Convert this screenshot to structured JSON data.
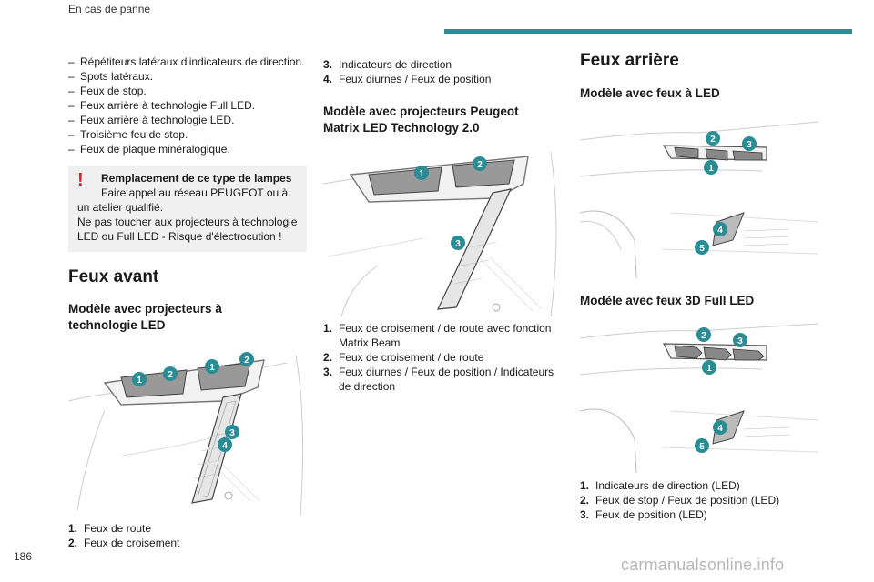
{
  "header": {
    "section": "En cas de panne"
  },
  "page_number": "186",
  "watermark": "carmanualsonline.info",
  "col1": {
    "bullets": [
      "Répétiteurs latéraux d'indicateurs de direction.",
      "Spots latéraux.",
      "Feux de stop.",
      "Feux arrière à technologie Full LED.",
      "Feux arrière à technologie LED.",
      "Troisième feu de stop.",
      "Feux de plaque minéralogique."
    ],
    "warning": {
      "title": "Remplacement de ce type de lampes",
      "line1": "Faire appel au réseau PEUGEOT ou à",
      "line2": "un atelier qualifié.",
      "line3": "Ne pas toucher aux projecteurs à technologie",
      "line4": "LED ou Full LED - Risque d'électrocution !"
    },
    "front_title": "Feux avant",
    "model_title_1": "Modèle avec projecteurs à",
    "model_title_2": "technologie LED",
    "fig_labels": [
      "1",
      "2",
      "1",
      "2",
      "3",
      "4"
    ],
    "legend": [
      {
        "n": "1.",
        "text": "Feux de route"
      },
      {
        "n": "2.",
        "text": "Feux de croisement"
      }
    ]
  },
  "col2": {
    "legend_top": [
      {
        "n": "3.",
        "text": "Indicateurs de direction"
      },
      {
        "n": "4.",
        "text": "Feux diurnes / Feux de position"
      }
    ],
    "model_title_1": "Modèle avec projecteurs Peugeot",
    "model_title_2": "Matrix LED Technology 2.0",
    "fig_labels": [
      "1",
      "2",
      "3"
    ],
    "legend": [
      {
        "n": "1.",
        "line1": "Feux de croisement / de route avec fonction",
        "line2": "Matrix Beam"
      },
      {
        "n": "2.",
        "line1": "Feux de croisement / de route",
        "line2": ""
      },
      {
        "n": "3.",
        "line1": "Feux diurnes / Feux de position / Indicateurs",
        "line2": "de direction"
      }
    ]
  },
  "col3": {
    "rear_title": "Feux arrière",
    "model_led_title": "Modèle avec feux à LED",
    "fig1_labels": [
      "2",
      "3",
      "1",
      "4",
      "5"
    ],
    "model_3d_title": "Modèle avec feux 3D Full LED",
    "fig2_labels": [
      "2",
      "3",
      "1",
      "4",
      "5"
    ],
    "legend": [
      {
        "n": "1.",
        "text": "Indicateurs de direction (LED)"
      },
      {
        "n": "2.",
        "text": "Feux de stop / Feux de position (LED)"
      },
      {
        "n": "3.",
        "text": "Feux de position (LED)"
      }
    ]
  },
  "colors": {
    "accent": "#2a8c95",
    "badge": "#2a8c95",
    "warning": "#e21b2a"
  }
}
